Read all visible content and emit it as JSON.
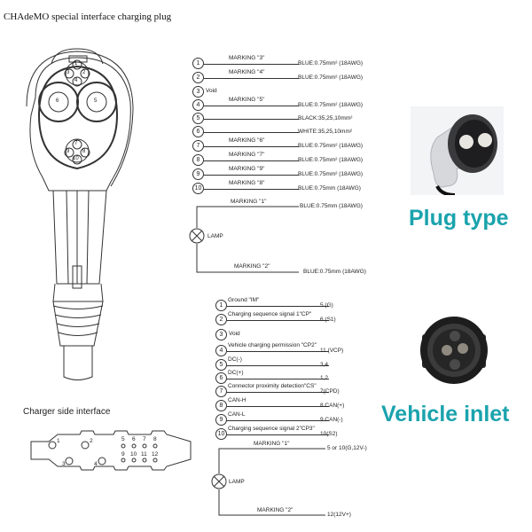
{
  "page_title": "CHAdeMO special interface charging plug",
  "plug_diagram": {
    "pin_labels": [
      "1",
      "2",
      "3",
      "4",
      "5",
      "6",
      "7",
      "8",
      "9",
      "10"
    ]
  },
  "charger_side": {
    "heading": "Charger side interface",
    "pins": [
      "1",
      "2",
      "3",
      "4",
      "5",
      "6",
      "7",
      "8",
      "9",
      "10",
      "11",
      "12"
    ]
  },
  "plug_wiring": {
    "rows": [
      {
        "num": "1",
        "marking": "MARKING \"3\"",
        "right": "BLUE:0.75mm² (18AWG)"
      },
      {
        "num": "2",
        "marking": "MARKING \"4\"",
        "right": "BLUE:0.75mm² (18AWG)"
      },
      {
        "num": "3",
        "void": "Void"
      },
      {
        "num": "4",
        "marking": "MARKING \"5\"",
        "right": "BLUE:0.75mm² (18AWG)"
      },
      {
        "num": "5",
        "marking": "",
        "right": "BLACK:35,25,10mm²"
      },
      {
        "num": "6",
        "marking": "",
        "right": "WHITE:35,25,10mm²"
      },
      {
        "num": "7",
        "marking": "MARKING \"6\"",
        "right": "BLUE:0.75mm² (18AWG)"
      },
      {
        "num": "8",
        "marking": "MARKING \"7\"",
        "right": "BLUE:0.75mm² (18AWG)"
      },
      {
        "num": "9",
        "marking": "MARKING \"9\"",
        "right": "BLUE:0.75mm² (18AWG)"
      },
      {
        "num": "10",
        "marking": "MARKING \"8\"",
        "right": "BLUE:0.75mm (18AWG)"
      }
    ],
    "lamp": {
      "marking_top": "MARKING \"1\"",
      "right_top": "BLUE:0.75mm (18AWG)",
      "label": "LAMP",
      "marking_bottom": "MARKING \"2\"",
      "right_bottom": "BLUE:0.75mm (18AWG)"
    }
  },
  "inlet_wiring": {
    "rows": [
      {
        "num": "1",
        "marking": "Ground \"IM\"",
        "right": "5 (G)"
      },
      {
        "num": "2",
        "marking": "Charging sequence signal 1\"CP\"",
        "right": "6 (S1)"
      },
      {
        "num": "3",
        "void": "Void"
      },
      {
        "num": "4",
        "marking": "Vehicle charging permission \"CP2\"",
        "right": "11 (VCP)"
      },
      {
        "num": "5",
        "marking": "DC(-)",
        "right": "3,4"
      },
      {
        "num": "6",
        "marking": "DC(+)",
        "right": "1,2"
      },
      {
        "num": "7",
        "marking": "Connector proximity detection\"CS\"",
        "right": "7(CPD)"
      },
      {
        "num": "8",
        "marking": "CAN-H",
        "right": "8 CAN(+)"
      },
      {
        "num": "9",
        "marking": "CAN-L",
        "right": "9 CAN(-)"
      },
      {
        "num": "10",
        "marking": "Charging sequence signal 2\"CP3\"",
        "right": "10(S2)"
      }
    ],
    "lamp": {
      "marking_top": "MARKING \"1\"",
      "right_top": "5 or 10(G,12V-)",
      "label": "LAMP",
      "marking_bottom": "MARKING \"2\"",
      "right_bottom": "12(12V+)"
    }
  },
  "photos": {
    "plug_caption": "Plug type",
    "inlet_caption": "Vehicle inlet"
  },
  "colors": {
    "caption": "#1aa3ad"
  }
}
